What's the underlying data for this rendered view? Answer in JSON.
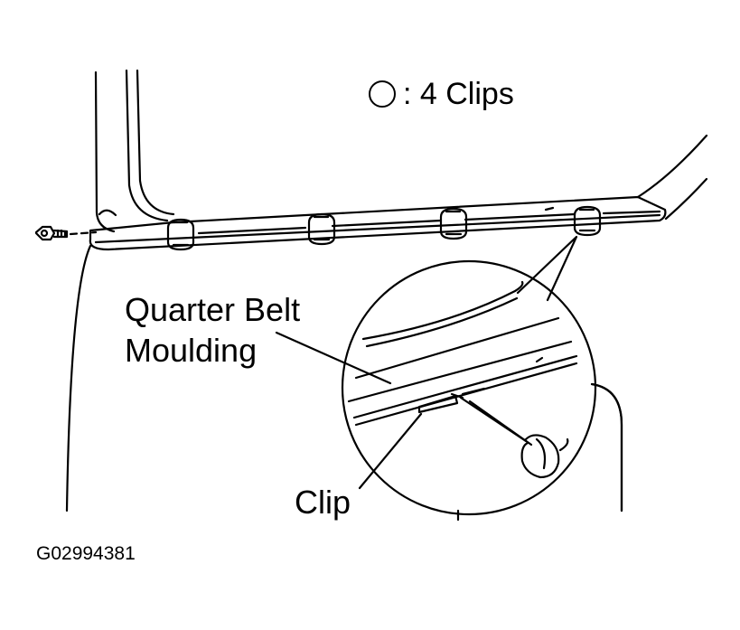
{
  "legend": {
    "symbol": "circle-icon",
    "text": ": 4 Clips"
  },
  "labels": {
    "quarter_belt_line1": "Quarter Belt",
    "quarter_belt_line2": "Moulding",
    "clip": "Clip"
  },
  "figure_id": "G02994381",
  "colors": {
    "line": "#000000",
    "background": "#ffffff"
  }
}
